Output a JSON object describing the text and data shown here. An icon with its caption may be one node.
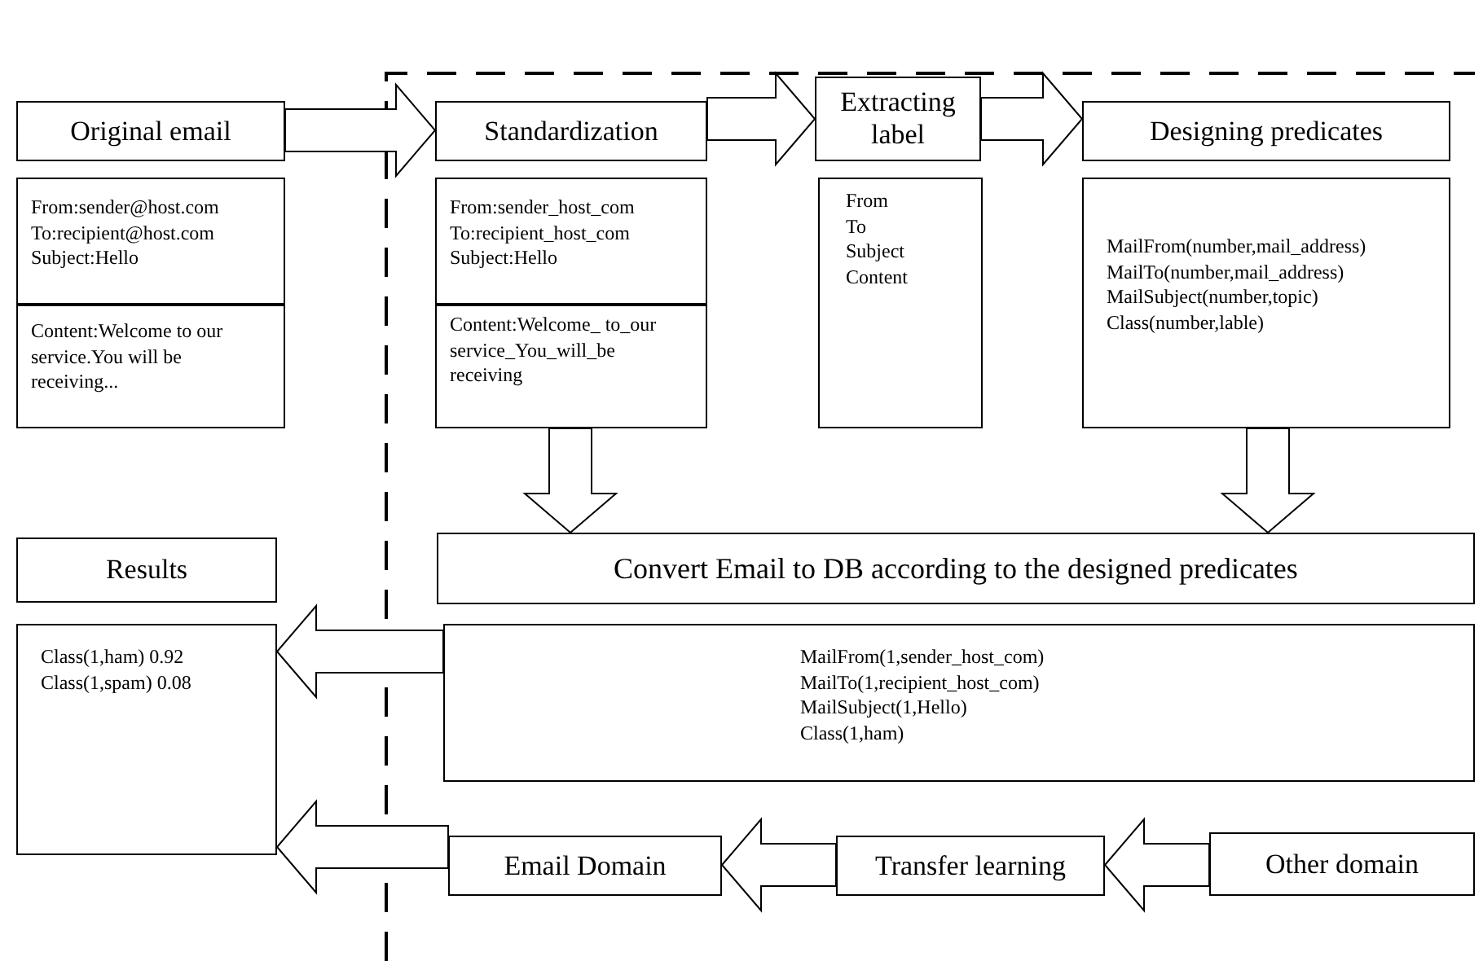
{
  "diagram": {
    "nodes": [
      {
        "text": [
          "Original email"
        ]
      },
      {
        "text": [
          "From:sender@host.com",
          "To:recipient@host.com",
          "Subject:Hello"
        ]
      },
      {
        "text": [
          "Content:Welcome to our service.You will be receiving..."
        ]
      },
      {
        "text": [
          "Standardization"
        ]
      },
      {
        "text": [
          "From:sender_host_com",
          "To:recipient_host_com",
          "Subject:Hello"
        ]
      },
      {
        "text": [
          "Content:Welcome_ to_our service_You_will_be receiving"
        ]
      },
      {
        "text": [
          "Extracting label"
        ]
      },
      {
        "text": [
          "From",
          "To",
          "Subject",
          "Content"
        ]
      },
      {
        "text": [
          "Designing predicates"
        ]
      },
      {
        "text": [
          "MailFrom(number,mail_address)",
          "MailTo(number,mail_address)",
          "MailSubject(number,topic)",
          "Class(number,lable)"
        ]
      },
      {
        "text": [
          "Convert Email to DB according to the designed predicates"
        ]
      },
      {
        "text": [
          "MailFrom(1,sender_host_com)",
          "MailTo(1,recipient_host_com)",
          "MailSubject(1,Hello)",
          "Class(1,ham)"
        ]
      },
      {
        "text": [
          "Results"
        ]
      },
      {
        "text": [
          "Class(1,ham) 0.92",
          "Class(1,spam) 0.08"
        ]
      },
      {
        "text": [
          "Email Domain"
        ]
      },
      {
        "text": [
          "Transfer learning"
        ]
      },
      {
        "text": [
          "Other domain"
        ]
      }
    ],
    "edges": [
      {
        "from": 0,
        "to": 3,
        "arrow": "to"
      },
      {
        "from": 3,
        "to": 6,
        "arrow": "to"
      },
      {
        "from": 6,
        "to": 8,
        "arrow": "to"
      },
      {
        "from": 5,
        "to": 10,
        "arrow": "to"
      },
      {
        "from": 9,
        "to": 10,
        "arrow": "to"
      },
      {
        "from": 11,
        "to": 13,
        "arrow": "to"
      },
      {
        "from": 14,
        "to": 13,
        "arrow": "to"
      },
      {
        "from": 16,
        "to": 15,
        "arrow": "to"
      },
      {
        "from": 15,
        "to": 14,
        "arrow": "to"
      }
    ]
  }
}
